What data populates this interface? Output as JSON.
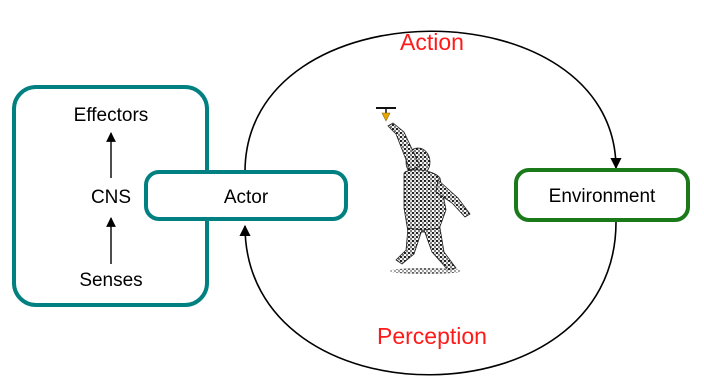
{
  "diagram": {
    "cycle": {
      "top_label": "Action",
      "bottom_label": "Perception"
    },
    "actor": {
      "label": "Actor",
      "internals": {
        "top": "Effectors",
        "middle": "CNS",
        "bottom": "Senses"
      }
    },
    "environment": {
      "label": "Environment"
    },
    "figure": {
      "name": "person-reaching-for-lamp"
    },
    "colors": {
      "cycle_label": "#ff1a1a",
      "actor_box": "#008080",
      "environment_box": "#1a7a1a",
      "line": "#000000"
    }
  }
}
